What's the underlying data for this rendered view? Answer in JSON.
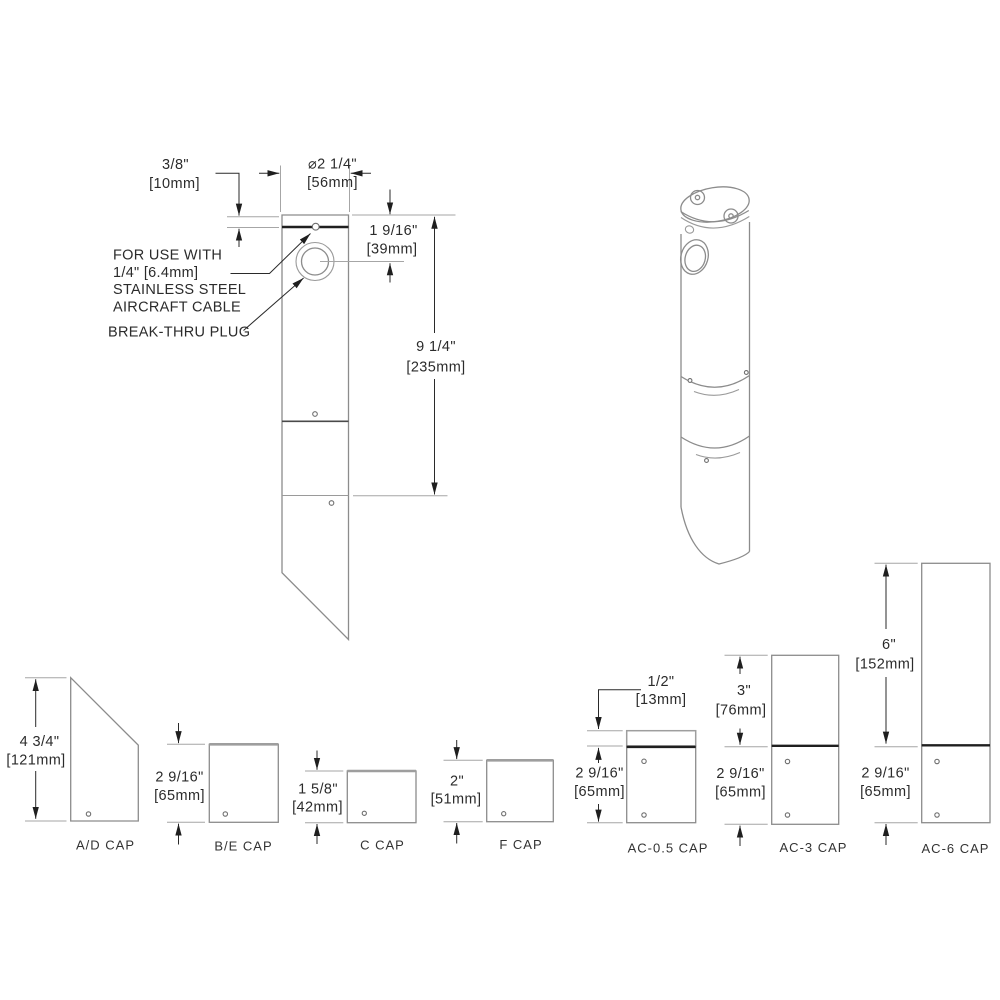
{
  "colors": {
    "background": "#ffffff",
    "object_line": "#8c8c8c",
    "dimension_line": "#a6a6a6",
    "emphasis_line": "#1f1f1f",
    "text": "#2b2b2b"
  },
  "front_view": {
    "dia": {
      "in": "⌀2 1/4\"",
      "mm": "[56mm]"
    },
    "band": {
      "in": "3/8\"",
      "mm": "[10mm]"
    },
    "hole_offset": {
      "in": "1 9/16\"",
      "mm": "[39mm]"
    },
    "length": {
      "in": "9 1/4\"",
      "mm": "[235mm]"
    },
    "cable_note": [
      "FOR USE WITH",
      "1/4\" [6.4mm]",
      "STAINLESS STEEL",
      "AIRCRAFT CABLE"
    ],
    "plug_note": "BREAK-THRU PLUG"
  },
  "caps": [
    {
      "label": "A/D CAP",
      "height": {
        "in": "4 3/4\"",
        "mm": "[121mm]"
      }
    },
    {
      "label": "B/E CAP",
      "height": {
        "in": "2 9/16\"",
        "mm": "[65mm]"
      }
    },
    {
      "label": "C CAP",
      "height": {
        "in": "1 5/8\"",
        "mm": "[42mm]"
      }
    },
    {
      "label": "F CAP",
      "height": {
        "in": "2\"",
        "mm": "[51mm]"
      }
    },
    {
      "label": "AC-0.5 CAP",
      "cap_height": {
        "in": "1/2\"",
        "mm": "[13mm]"
      },
      "base_height": {
        "in": "2 9/16\"",
        "mm": "[65mm]"
      }
    },
    {
      "label": "AC-3 CAP",
      "cap_height": {
        "in": "3\"",
        "mm": "[76mm]"
      },
      "base_height": {
        "in": "2 9/16\"",
        "mm": "[65mm]"
      }
    },
    {
      "label": "AC-6 CAP",
      "cap_height": {
        "in": "6\"",
        "mm": "[152mm]"
      },
      "base_height": {
        "in": "2 9/16\"",
        "mm": "[65mm]"
      }
    }
  ]
}
